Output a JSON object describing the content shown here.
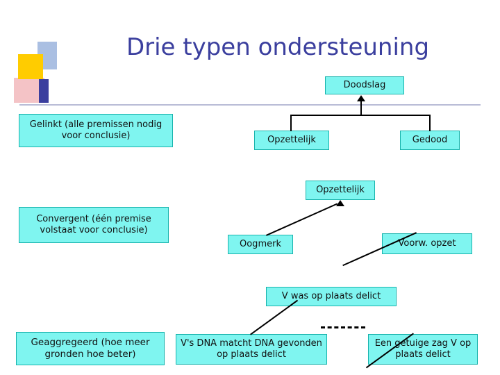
{
  "slide": {
    "title": "Drie typen ondersteuning",
    "accent_color": "#3b3f9e",
    "box_color": "#7ff5f0",
    "label_color": "#eafaf0"
  },
  "labels": [
    {
      "text": "Gelinkt (alle premissen nodig voor conclusie)"
    },
    {
      "text": "Convergent (één premise volstaat voor conclusie)"
    },
    {
      "text": "Geaggregeerd (hoe meer gronden hoe beter)"
    }
  ],
  "diagram1": {
    "conclusion": "Doodslag",
    "premises": [
      "Opzettelijk",
      "Gedood"
    ]
  },
  "diagram2": {
    "conclusion": "Opzettelijk",
    "premises": [
      "Oogmerk",
      "Voorw. opzet"
    ]
  },
  "diagram3": {
    "conclusion": "V was op plaats delict",
    "premises": [
      "V's DNA matcht DNA gevonden op plaats delict",
      "Een getuige zag V op plaats delict"
    ]
  }
}
